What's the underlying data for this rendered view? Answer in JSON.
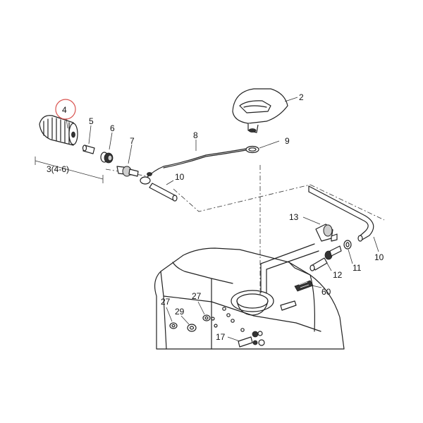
{
  "highlight_color": "#d9534f",
  "labels": {
    "p2": "2",
    "p3": "3(4-6)",
    "p4": "4",
    "p5": "5",
    "p6": "6",
    "p7": "7",
    "p8": "8",
    "p9": "9",
    "p10a": "10",
    "p10b": "10",
    "p11": "11",
    "p12": "12",
    "p13": "13",
    "p17": "17",
    "p27a": "27",
    "p27b": "27",
    "p29": "29",
    "p60": "60"
  }
}
